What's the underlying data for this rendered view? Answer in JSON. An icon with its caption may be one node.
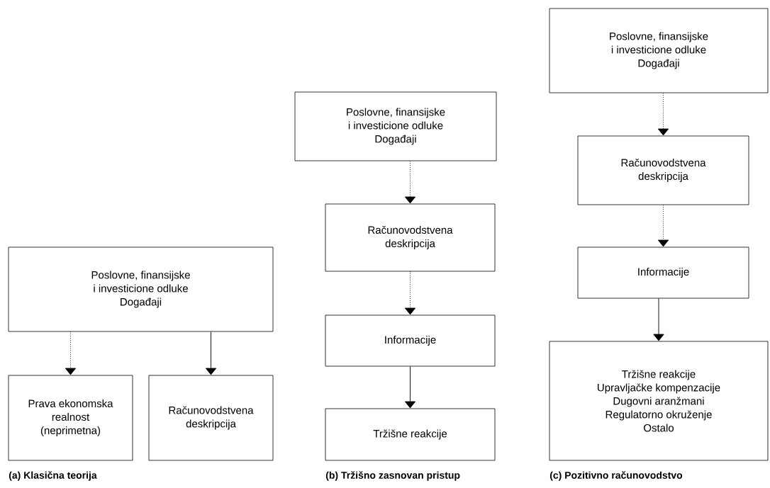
{
  "diagram": {
    "nodes": [
      {
        "text": [
          "Poslovne, finansijske i investicione odluke",
          "Događaji"
        ]
      },
      {
        "text": [
          "Prava ekonomska realnost (neprimetna)"
        ]
      },
      {
        "text": [
          "Računovodstvena deskripcija"
        ]
      },
      {
        "text": [
          "Poslovne, finansijske i investicione odluke",
          "Događaji"
        ]
      },
      {
        "text": [
          "Računovodstvena deskripcija"
        ]
      },
      {
        "text": [
          "Informacije"
        ]
      },
      {
        "text": [
          "Tržišne reakcije"
        ]
      },
      {
        "text": [
          "Poslovne, finansijske i investicione odluke",
          "Događaji"
        ]
      },
      {
        "text": [
          "Računovodstvena deskripcija"
        ]
      },
      {
        "text": [
          "Informacije"
        ]
      },
      {
        "text": [
          "Tržišne reakcije",
          "Upravljačke kompenzacije",
          "Dugovni aranžmani",
          "Regulatorno okruženje",
          "Ostalo"
        ]
      }
    ],
    "edges": [
      {
        "from": 0,
        "to": 1,
        "arrow": "to",
        "style": "dashed"
      },
      {
        "from": 0,
        "to": 2,
        "arrow": "to"
      },
      {
        "from": 3,
        "to": 4,
        "arrow": "to",
        "style": "dashed"
      },
      {
        "from": 4,
        "to": 5,
        "arrow": "to",
        "style": "dashed"
      },
      {
        "from": 5,
        "to": 6,
        "arrow": "to"
      },
      {
        "from": 7,
        "to": 8,
        "arrow": "to",
        "style": "dashed"
      },
      {
        "from": 8,
        "to": 9,
        "arrow": "to",
        "style": "dashed"
      },
      {
        "from": 9,
        "to": 10,
        "arrow": "to"
      }
    ],
    "labels": [
      "(a) Klasična teorija",
      "(b) Tržišno zasnovan pristup",
      "(c) Pozitivno računovodstvo"
    ]
  }
}
